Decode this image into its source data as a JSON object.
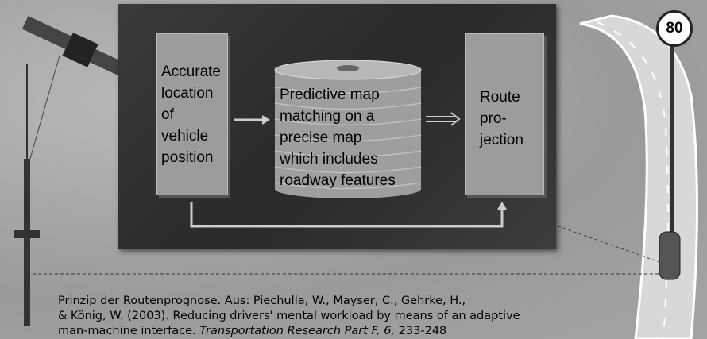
{
  "diagram": {
    "box_left": [
      "Accurate",
      "location",
      "of",
      "vehicle",
      "position"
    ],
    "box_center": [
      "Predictive map",
      "matching on a",
      "precise map",
      "which includes",
      "roadway features"
    ],
    "box_right": [
      "Route",
      "pro-",
      "jection"
    ],
    "speed_sign": "80"
  },
  "caption": {
    "line1": "Prinzip der Routenprognose. Aus: Piechulla, W., Mayser, C., Gehrke, H.,",
    "line2": "& König, W. (2003). Reducing drivers' mental workload by means of an adaptive",
    "line3_plain": "man-machine interface. ",
    "line3_italic": "Transportation Research Part F, 6,",
    "line3_end": " 233-248"
  }
}
